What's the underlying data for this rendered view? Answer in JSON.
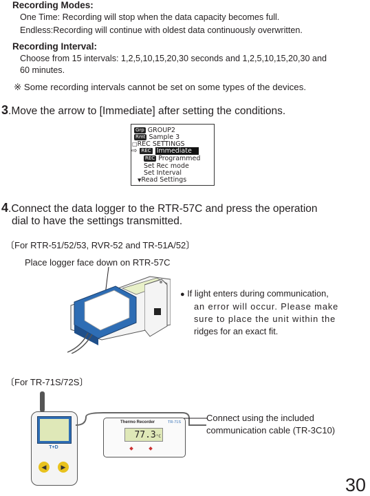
{
  "recording_modes": {
    "heading": "Recording Modes:",
    "line1": "One Time: Recording will stop when the data capacity becomes full.",
    "line2": "Endless:Recording will continue with oldest data continuously overwritten."
  },
  "recording_interval": {
    "heading": "Recording Interval:",
    "line1": "Choose from 15 intervals: 1,2,5,10,15,20,30 seconds and 1,2,5,10,15,20,30 and",
    "line2": "60 minutes."
  },
  "note": "※ Some recording intervals cannot be set on some types of the devices.",
  "step3": {
    "number": "3",
    "text": ".Move the arrow to [Immediate] after setting the conditions."
  },
  "lcd": {
    "grp_tag": "Grp",
    "group": "GROUP2",
    "rmt_tag": "Rmt",
    "sample": "Sample 3",
    "rec_settings": "REC SETTINGS",
    "rec_tag": "REC",
    "immediate": "Immediate",
    "programmed": "Programmed",
    "set_rec_mode": "Set Rec mode",
    "set_interval": "Set Interval",
    "read_settings": "Read Settings"
  },
  "step4": {
    "number": "4",
    "line1": ".Connect the data logger to the RTR-57C and press the operation",
    "line2": "dial to have the settings transmitted."
  },
  "section1": {
    "title": "〔For RTR-51/52/53, RVR-52 and TR-51A/52〕",
    "caption": "Place logger face down on RTR-57C",
    "bullet_l1": "If light enters during communication,",
    "bullet_l2": "an error will occur. Please make",
    "bullet_l3": "sure to place the unit within the",
    "bullet_l4": "ridges for an exact fit."
  },
  "section2": {
    "title": "〔For TR-71S/72S〕",
    "caption_l1": "Connect using the included",
    "caption_l2": "communication cable (TR-3C10)",
    "device_brand": "Thermo Recorder",
    "device_model": "TR-71S",
    "lcd_value": "77.3",
    "lcd_unit": "°C",
    "handheld_label": "T+D"
  },
  "page_number": "30",
  "colors": {
    "blue": "#2e6db4",
    "yellow": "#e8c21e",
    "text": "#231f20"
  }
}
